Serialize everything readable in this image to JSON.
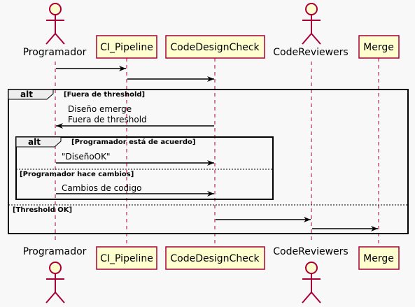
{
  "participants": {
    "programador": {
      "label": "Programador",
      "kind": "actor"
    },
    "ci_pipeline": {
      "label": "CI_Pipeline",
      "kind": "participant"
    },
    "code_design_check": {
      "label": "CodeDesignCheck",
      "kind": "participant"
    },
    "code_reviewers": {
      "label": "CodeReviewers",
      "kind": "actor"
    },
    "merge": {
      "label": "Merge",
      "kind": "participant"
    }
  },
  "messages": {
    "m1": {
      "from": "Programador",
      "to": "CI_Pipeline",
      "text": ""
    },
    "m2": {
      "from": "CI_Pipeline",
      "to": "CodeDesignCheck",
      "text": ""
    },
    "m3": {
      "from": "CodeDesignCheck",
      "to": "Programador",
      "text_line1": "Diseño emerge",
      "text_line2": "Fuera de threshold"
    },
    "m4": {
      "from": "Programador",
      "to": "CodeDesignCheck",
      "text": "\"DiseñoOK\""
    },
    "m5": {
      "from": "Programador",
      "to": "CodeDesignCheck",
      "text": "Cambios de codigo"
    },
    "m6": {
      "from": "CodeDesignCheck",
      "to": "CodeReviewers",
      "text": ""
    },
    "m7": {
      "from": "CodeReviewers",
      "to": "Merge",
      "text": ""
    }
  },
  "fragments": {
    "outer": {
      "operator": "alt",
      "guard1": "[Fuera de threshold]",
      "guard2": "[Threshold OK]"
    },
    "inner": {
      "operator": "alt",
      "guard1": "[Programador está de acuerdo]",
      "guard2": "[Programador hace cambios]"
    }
  },
  "colors": {
    "participant_fill": "#fefece",
    "participant_border": "#a80036",
    "actor_stroke": "#a80036",
    "lifeline": "#a80036",
    "background": "#f8f8f8",
    "fragment_header": "#eeeeee"
  }
}
